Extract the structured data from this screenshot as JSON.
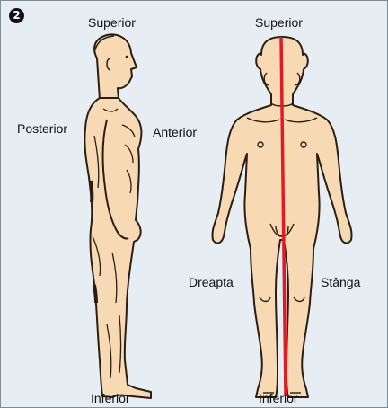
{
  "figure_number": "2",
  "colors": {
    "panel": "#e6eef3",
    "skin": "#f7d9b4",
    "outline": "#2a1e14",
    "midline": "#e01b24"
  },
  "side_view": {
    "superior": "Superior",
    "posterior": "Posterior",
    "anterior": "Anterior",
    "inferior": "Inferior"
  },
  "front_view": {
    "superior": "Superior",
    "right": "Dreapta",
    "left": "Stânga",
    "inferior": "Inferior"
  }
}
